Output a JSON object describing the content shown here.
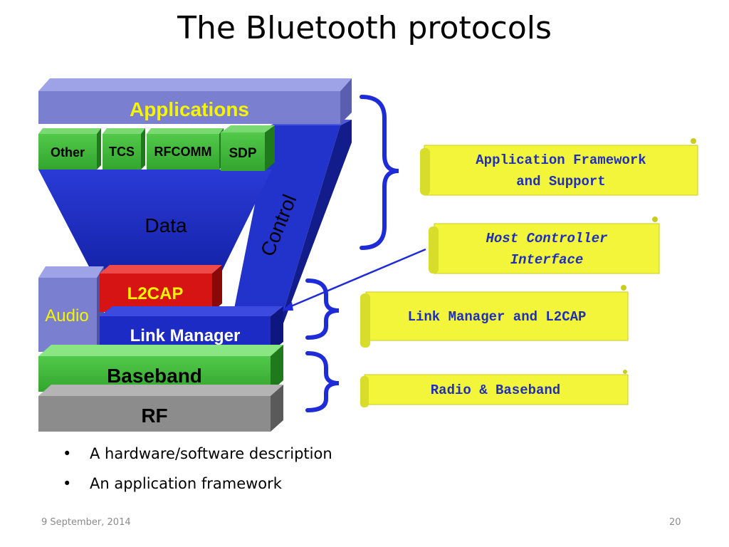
{
  "slide": {
    "title": "The Bluetooth protocols",
    "bullets": [
      "A hardware/software description",
      "An application framework"
    ],
    "footer_date": "9 September, 2014",
    "page_number": "20"
  },
  "stack": {
    "applications": "Applications",
    "other": "Other",
    "tcs": "TCS",
    "rfcomm": "RFCOMM",
    "sdp": "SDP",
    "data": "Data",
    "control": "Control",
    "audio": "Audio",
    "l2cap": "L2CAP",
    "link_manager": "Link Manager",
    "baseband": "Baseband",
    "rf": "RF"
  },
  "callouts": {
    "app_framework_line1": "Application Framework",
    "app_framework_line2": "and Support",
    "hci_line1": "Host Controller",
    "hci_line2": "Interface",
    "link_manager_l2cap": "Link Manager and L2CAP",
    "radio_baseband": "Radio & Baseband"
  },
  "colors": {
    "applications": "#7b7fd0",
    "green": "#3fb73a",
    "blue": "#1c2bc4",
    "red": "#d71414",
    "rf": "#8c8c8c",
    "scroll": "#f2f53a",
    "brace": "#1d2cd8"
  }
}
